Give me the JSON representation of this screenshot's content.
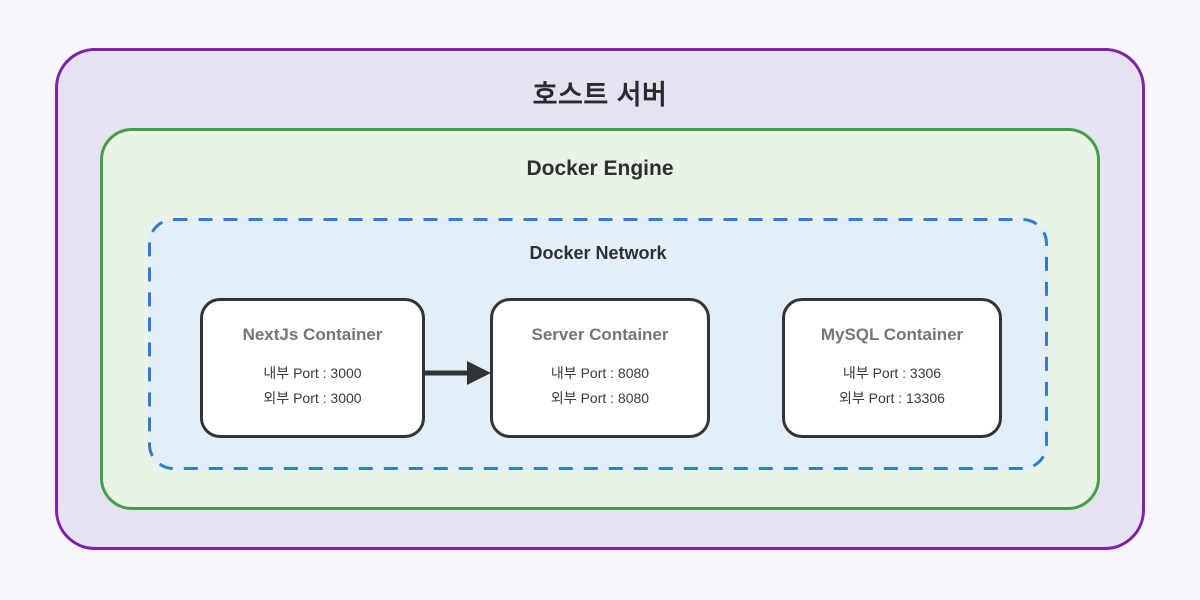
{
  "diagram": {
    "host_title": "호스트 서버",
    "engine_title": "Docker Engine",
    "network_title": "Docker Network",
    "containers": [
      {
        "title": "NextJs Container",
        "ports": [
          "내부 Port : 3000",
          "외부 Port : 3000"
        ]
      },
      {
        "title": "Server Container",
        "ports": [
          "내부 Port : 8080",
          "외부 Port : 8080"
        ]
      },
      {
        "title": "MySQL Container",
        "ports": [
          "내부 Port : 3306",
          "외부 Port : 13306"
        ]
      }
    ],
    "edges": [
      {
        "from": "NextJs Container",
        "to": "Server Container"
      }
    ],
    "colors": {
      "page_background": "#f6f7fb",
      "host_border": "#7f22a8",
      "host_fill": "#e7e2f3",
      "engine_border": "#43a047",
      "engine_fill": "#e9f3e7",
      "network_border": "#2d7ed3",
      "network_fill": "#e2effb",
      "container_border": "#333333",
      "container_fill": "#ffffff",
      "arrow": "#333333"
    }
  }
}
